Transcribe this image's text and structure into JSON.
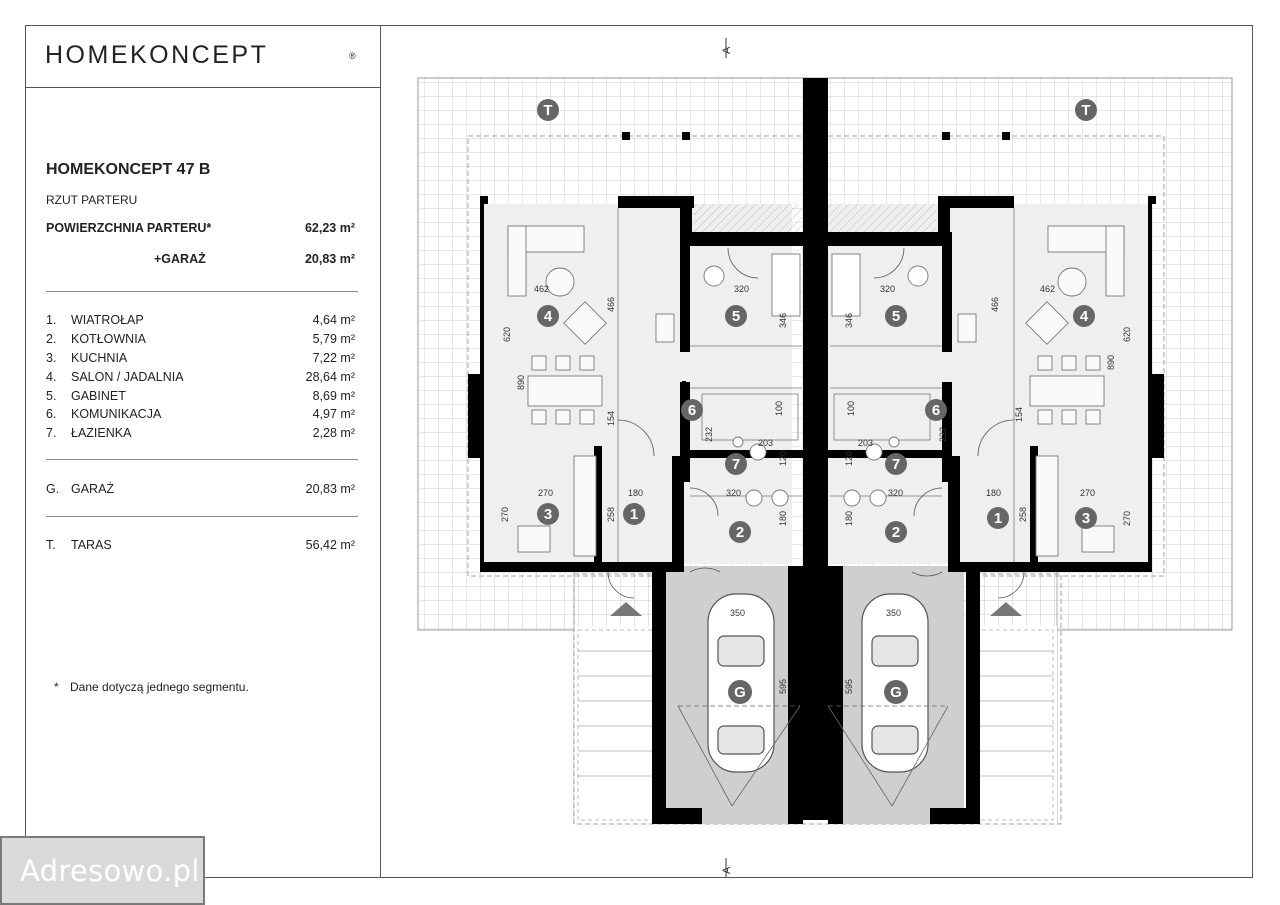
{
  "brand": {
    "logo_text": "HOMEKONCEPT",
    "logo_mark": "®"
  },
  "project": {
    "title": "HOMEKONCEPT 47 B",
    "subtitle": "RZUT PARTERU",
    "ground_area_label": "POWIERZCHNIA PARTERU*",
    "ground_area_value": "62,23 m²",
    "garage_label": "+GARAŻ",
    "garage_value": "20,83 m²"
  },
  "rooms": [
    {
      "num": "1.",
      "name": "WIATROŁAP",
      "area": "4,64 m²"
    },
    {
      "num": "2.",
      "name": "KOTŁOWNIA",
      "area": "5,79 m²"
    },
    {
      "num": "3.",
      "name": "KUCHNIA",
      "area": "7,22 m²"
    },
    {
      "num": "4.",
      "name": "SALON / JADALNIA",
      "area": "28,64 m²"
    },
    {
      "num": "5.",
      "name": "GABINET",
      "area": "8,69 m²"
    },
    {
      "num": "6.",
      "name": "KOMUNIKACJA",
      "area": "4,97 m²"
    },
    {
      "num": "7.",
      "name": "ŁAZIENKA",
      "area": "2,28 m²"
    }
  ],
  "garage_row": {
    "num": "G.",
    "name": "GARAŻ",
    "area": "20,83 m²"
  },
  "terrace_row": {
    "num": "T.",
    "name": "TARAS",
    "area": "56,42 m²"
  },
  "footnote": {
    "star": "*",
    "text": "Dane dotyczą jednego segmentu."
  },
  "plan": {
    "section_mark": "A",
    "terrace_badge": "T",
    "garage_badge": "G",
    "room_badges": [
      "1",
      "2",
      "3",
      "4",
      "5",
      "6",
      "7"
    ],
    "dimensions": {
      "d462": "462",
      "d466": "466",
      "d620": "620",
      "d890": "890",
      "d320": "320",
      "d346": "346",
      "d100": "100",
      "d232": "232",
      "d203": "203",
      "d120": "120",
      "d154": "154",
      "d180": "180",
      "d270": "270",
      "d258": "258",
      "d350": "350",
      "d595": "595"
    }
  },
  "watermark": {
    "text": "Adresowo.pl"
  },
  "colors": {
    "wall": "#000000",
    "grid": "#bdbdbd",
    "garage_floor": "#cfcfcf",
    "badge": "#666666",
    "room_floor": "#efefef"
  }
}
